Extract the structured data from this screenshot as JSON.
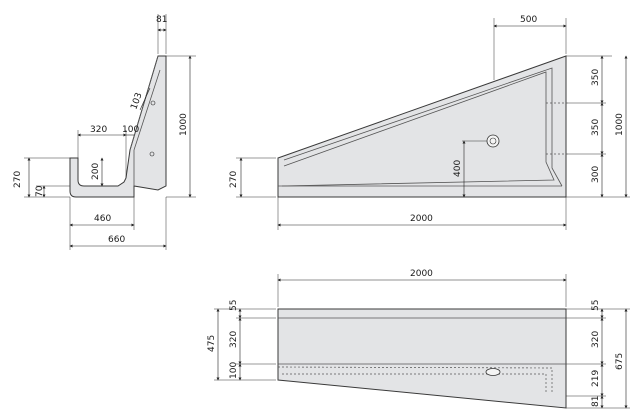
{
  "views": {
    "side": {
      "dims": {
        "top_width": "81",
        "height": "1000",
        "radius": "103",
        "inner_width": "320",
        "wall": "100",
        "depth": "200",
        "left_height": "270",
        "base_height": "70",
        "base_width": "460",
        "total_width": "660"
      }
    },
    "front": {
      "dims": {
        "top_offset": "500",
        "seg_top": "350",
        "seg_mid": "350",
        "seg_bottom": "300",
        "height": "1000",
        "hole_height": "400",
        "left_height": "270",
        "length": "2000"
      }
    },
    "top": {
      "dims": {
        "length": "2000",
        "left_top": "55",
        "left_mid": "320",
        "left_bottom": "100",
        "left_total": "475",
        "right_top": "55",
        "right_mid": "320",
        "right_low": "219",
        "right_bottom": "81",
        "right_total": "675"
      }
    }
  }
}
